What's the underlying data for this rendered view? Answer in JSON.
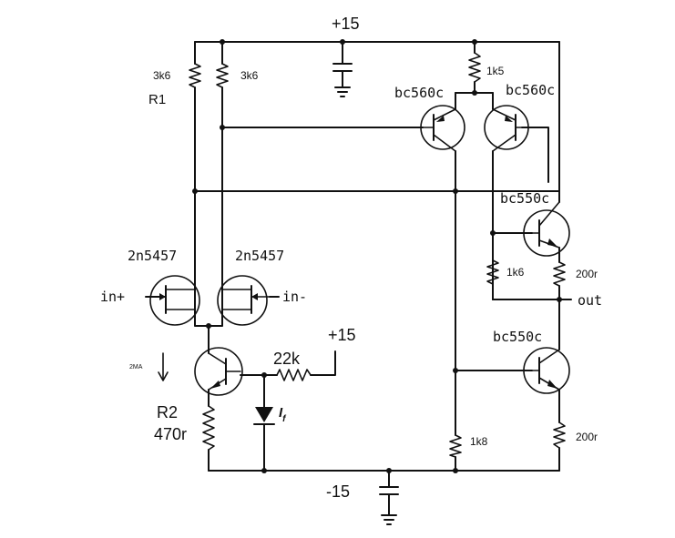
{
  "labels": {
    "vpos_top": "+15",
    "vneg": "-15",
    "vpos_mid": "+15",
    "r_3k6_left": "3k6",
    "r1_name": "R1",
    "r_3k6_right": "3k6",
    "r_1k5": "1k5",
    "q_bc560c_left": "bc560c",
    "q_bc560c_right": "bc560c",
    "q_bc550c_top": "bc550c",
    "q_bc550c_bottom": "bc550c",
    "jfet_left": "2n5457",
    "jfet_right": "2n5457",
    "in_plus": "in+",
    "in_minus": "in-",
    "current_2ma": "2MA",
    "r2_name": "R2",
    "r2_value": "470r",
    "r_22k": "22k",
    "r_1k6": "1k6",
    "r_200r_top": "200r",
    "out": "out",
    "r_1k8": "1k8",
    "r_200r_bottom": "200r",
    "led_label": "I",
    "led_sub": "f"
  }
}
